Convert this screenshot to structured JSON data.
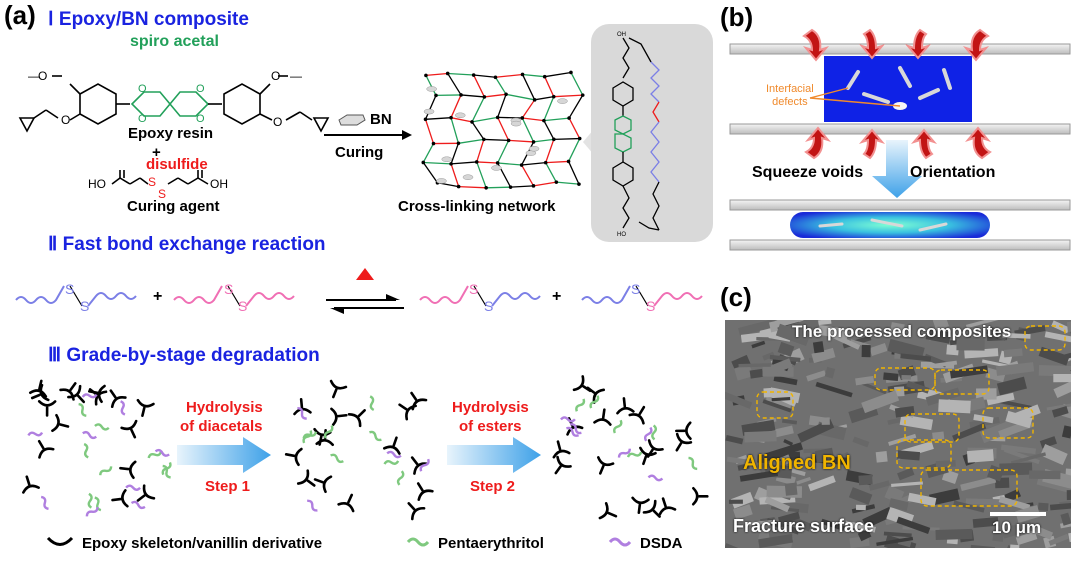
{
  "panel_a": {
    "letter": "(a)",
    "section1": {
      "numeral": "Ⅰ",
      "title": "Epoxy/BN composite"
    },
    "spiro_acetal": "spiro acetal",
    "epoxy_resin": "Epoxy resin",
    "plus": "+",
    "disulfide": "disulfide",
    "curing_agent": "Curing agent",
    "bn": "BN",
    "curing": "Curing",
    "network_label": "Cross-linking network",
    "section2": {
      "numeral": "Ⅱ",
      "title": "Fast bond exchange reaction"
    },
    "section3": {
      "numeral": "Ⅲ",
      "title": "Grade-by-stage degradation"
    },
    "step1": {
      "line1": "Hydrolysis",
      "line2": "of diacetals",
      "step": "Step 1"
    },
    "step2": {
      "line1": "Hydrolysis",
      "line2": "of esters",
      "step": "Step 2"
    },
    "legend": [
      {
        "label": "Epoxy skeleton/vanillin derivative",
        "color": "#000000"
      },
      {
        "label": "Pentaerythritol",
        "color": "#7fc97f"
      },
      {
        "label": "DSDA",
        "color": "#b07fe0"
      }
    ],
    "atoms": {
      "S": "S",
      "O": "O",
      "HO": "HO",
      "OH": "OH"
    }
  },
  "panel_b": {
    "letter": "(b)",
    "interfacial_defects": "Interfacial\ndefects",
    "squeeze_voids": "Squeeze voids",
    "orientation": "Orientation"
  },
  "panel_c": {
    "letter": "(c)",
    "processed": "The processed composites",
    "aligned_bn": "Aligned BN",
    "fracture": "Fracture surface",
    "scale": "10 μm"
  },
  "colors": {
    "section_blue": "#1a23e0",
    "red": "#ee1c1c",
    "green": "#22a05a",
    "blue_chain": "#7b7fe6",
    "pink_chain": "#f06fb4",
    "arrow_blue": "#3ea1e8",
    "sem_label": "#f0b400"
  }
}
